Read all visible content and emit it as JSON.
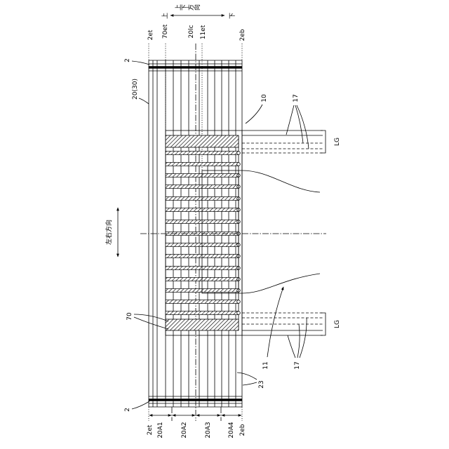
{
  "figure": {
    "direction_updown": {
      "up": "上",
      "label": "上下方向",
      "down": "下"
    },
    "direction_leftright": {
      "label": "左右方向"
    },
    "top_refs": {
      "r2et": "2et",
      "r70et": "70et",
      "r20lc": "20lc",
      "r11et": "11et",
      "r2eb": "2eb"
    },
    "callouts": {
      "r2_top": "2",
      "r20_30": "20(30)",
      "r10": "10",
      "r17_top": "17",
      "lg_top": "LG",
      "r70": "70",
      "lg_bottom": "LG",
      "r17_bottom": "17",
      "r11": "11",
      "r23": "23",
      "r2_bottom": "2"
    },
    "bottom_refs": {
      "r2et": "2et",
      "r20A1": "20A1",
      "r20A2": "20A2",
      "r20A3": "20A3",
      "r20A4": "20A4",
      "r2eb": "2eb"
    }
  },
  "colors": {
    "line": "#000000",
    "background": "#ffffff"
  }
}
